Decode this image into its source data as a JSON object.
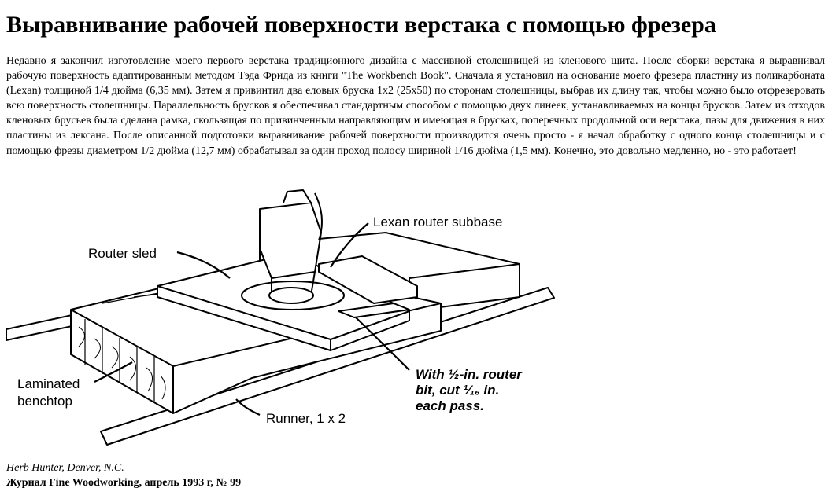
{
  "article": {
    "title": "Выравнивание рабочей поверхности верстака с помощью фрезера",
    "body": "Недавно я закончил изготовление моего первого верстака традиционного дизайна с массивной столешницей из кленового щита. После сборки верстака я выравнивал рабочую поверхность адаптированным методом Тэда Фрида из книги \"The Workbench Book\". Сначала я установил на основание моего фрезера пластину из поликарбоната (Lexan) толщиной 1/4 дюйма (6,35 мм). Затем я привинтил два еловых бруска 1x2 (25x50) по сторонам столешницы, выбрав их длину так, чтобы можно было отфрезеровать всю поверхность столешницы. Параллельность брусков я обеспечивал стандартным способом с помощью двух линеек, устанавливаемых на концы брусков. Затем из отходов кленовых брусьев была сделана рамка, скользящая по привинченным направляющим и имеющая в брусках, поперечных продольной оси верстака, пазы для движения в них пластины из лексана. После описанной подготовки выравнивание рабочей поверхности производится очень просто - я начал обработку с одного конца столешницы и с помощью фрезы диаметром 1/2 дюйма (12,7 мм) обрабатывал за один проход полосу шириной 1/16 дюйма (1,5 мм). Конечно, это довольно медленно, но - это работает!"
  },
  "illustration": {
    "labels": {
      "router_sled": "Router sled",
      "lexan_subbase": "Lexan router subbase",
      "laminated_line1": "Laminated",
      "laminated_line2": "benchtop",
      "with_bit_line1": "With ½-in. router",
      "with_bit_line2": "bit, cut ¹⁄₁₆ in.",
      "with_bit_line3": "each pass.",
      "runner": "Runner, 1 x 2"
    }
  },
  "credits": {
    "author": "Herb Hunter, Denver, N.C.",
    "source_prefix": "Журнал ",
    "source_name": "Fine Woodworking",
    "source_suffix": ", апрель 1993 г, № 99"
  }
}
